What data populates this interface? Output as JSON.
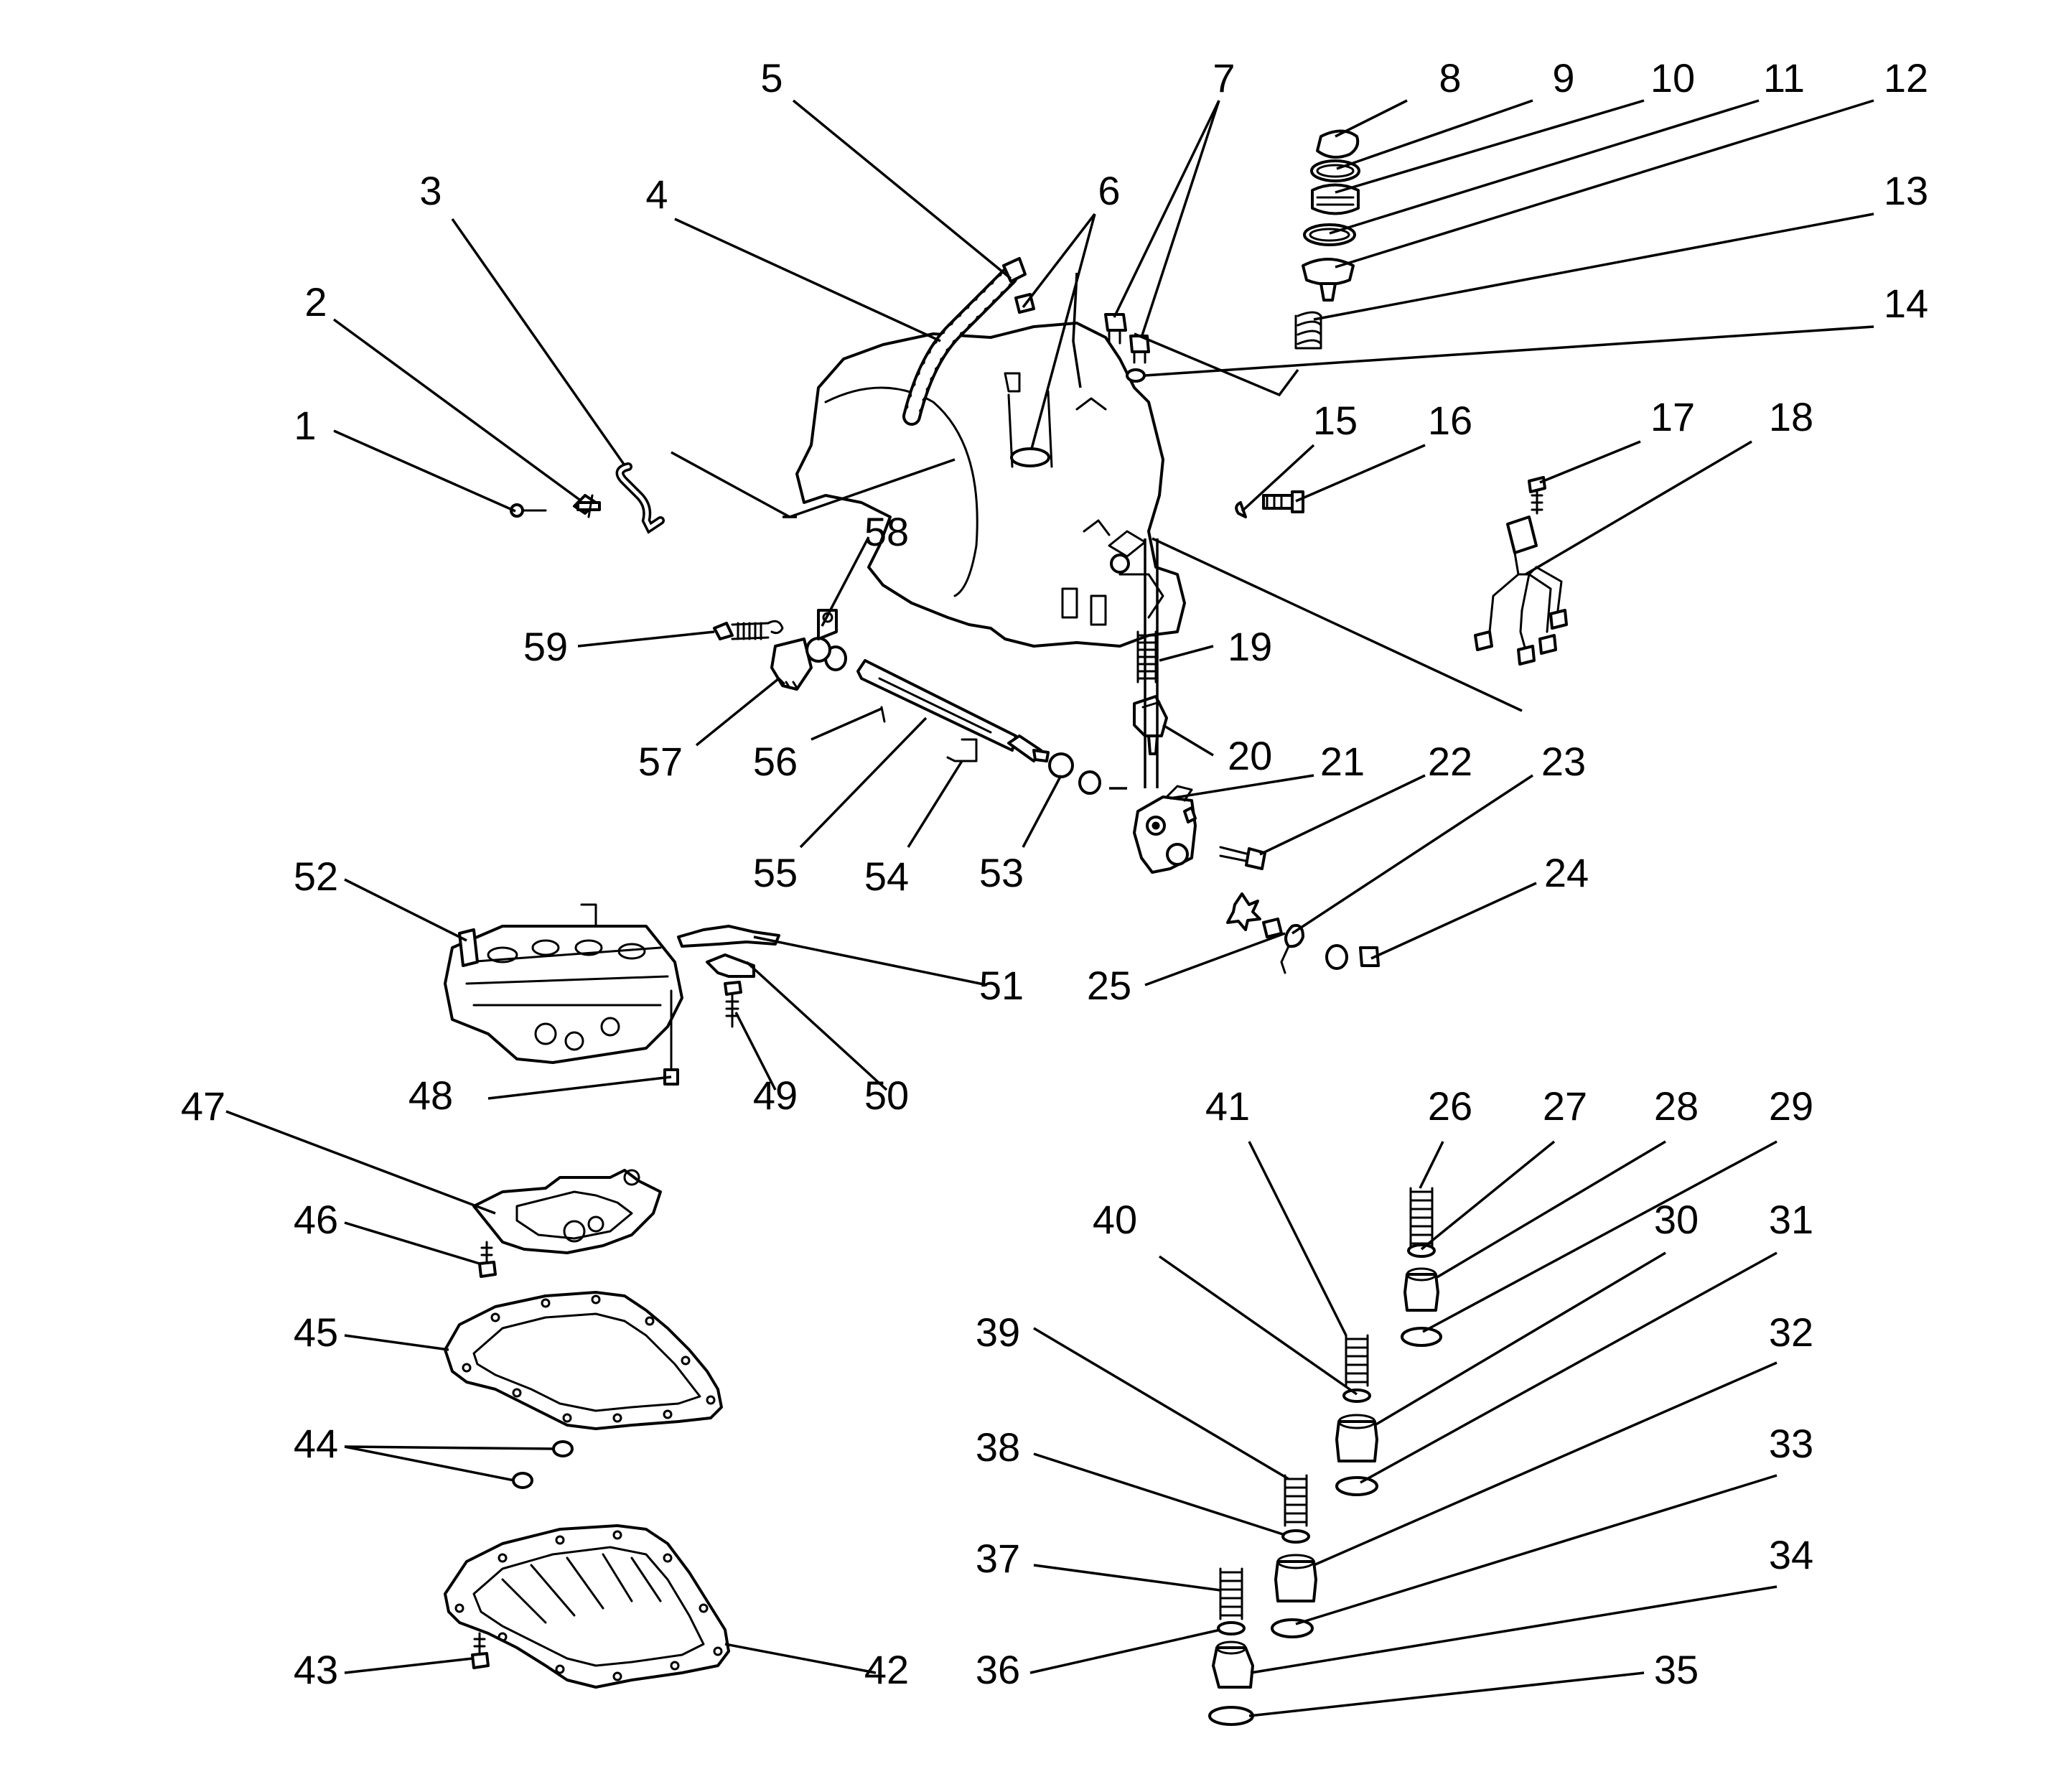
{
  "callouts": [
    "1",
    "2",
    "3",
    "4",
    "5",
    "6",
    "7",
    "8",
    "9",
    "10",
    "11",
    "12",
    "13",
    "14",
    "15",
    "16",
    "17",
    "18",
    "19",
    "20",
    "21",
    "22",
    "23",
    "24",
    "25",
    "26",
    "27",
    "28",
    "29",
    "30",
    "31",
    "32",
    "33",
    "34",
    "35",
    "36",
    "37",
    "38",
    "39",
    "40",
    "41",
    "42",
    "43",
    "44",
    "45",
    "46",
    "47",
    "48",
    "49",
    "50",
    "51",
    "52",
    "53",
    "54",
    "55",
    "56",
    "57",
    "58",
    "59"
  ]
}
